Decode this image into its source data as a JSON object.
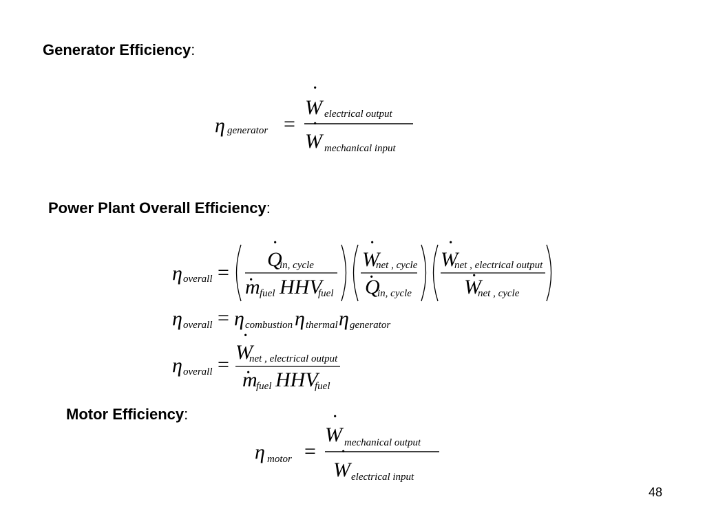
{
  "slide": {
    "page_number": "48",
    "sections": {
      "generator": {
        "title": "Generator Efficiency",
        "colon": ":"
      },
      "plant": {
        "title": "Power Plant Overall Efficiency",
        "colon": ":"
      },
      "motor": {
        "title": "Motor Efficiency",
        "colon": ":"
      }
    }
  },
  "equations": {
    "eta": "η",
    "equals": "=",
    "W": "W",
    "Q": "Q",
    "m": "m",
    "HHV": "HHV",
    "dot": "·",
    "subs": {
      "generator": "generator",
      "electrical_output": "electrical output",
      "mechanical_input": "mechanical input",
      "overall": "overall",
      "in_cycle": "in, cycle",
      "fuel": "fuel",
      "net_cycle": "net , cycle",
      "net_electrical_output": "net , electrical output",
      "combustion": "combustion",
      "thermal": "thermal",
      "motor": "motor",
      "mechanical_output": "mechanical output",
      "electrical_input": "electrical input"
    }
  }
}
